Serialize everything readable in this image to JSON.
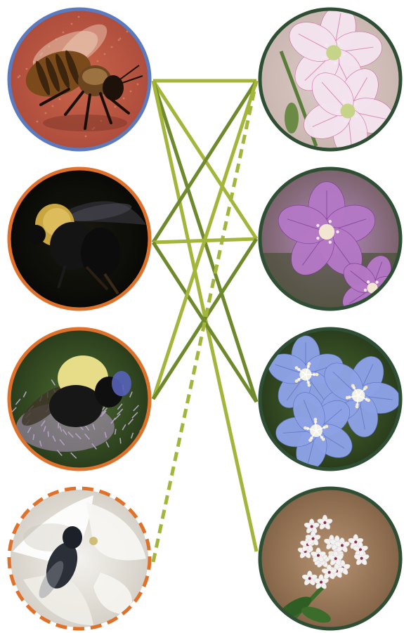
{
  "colors": {
    "background": "#ffffff",
    "native_bee_border": "#e0712b",
    "honeybee_border": "#5b7bc0",
    "flower_border": "#2f4f35",
    "link_dark": "#6f8a2c",
    "link_light": "#a4b53b"
  },
  "pollinators": [
    {
      "id": "honey-bee",
      "icon": "honey-bee-photo",
      "border": "solid",
      "border_color": "#5b7bc0"
    },
    {
      "id": "bumble-bee-black",
      "icon": "bumble-bee-photo",
      "border": "solid",
      "border_color": "#e0712b"
    },
    {
      "id": "bumble-bee-on-flower",
      "icon": "bumble-bee-photo",
      "border": "solid",
      "border_color": "#e0712b"
    },
    {
      "id": "solitary-bee",
      "icon": "solitary-bee-photo",
      "border": "dashed",
      "border_color": "#e0712b"
    }
  ],
  "plants": [
    {
      "id": "spring-beauty",
      "icon": "white-pink-flower-photo",
      "petal_color": "#f3e4ee",
      "vein_color": "#d06aa3",
      "center_color": "#c6d48a"
    },
    {
      "id": "wild-geranium",
      "icon": "pink-flower-photo",
      "petal_color": "#b478c6",
      "vein_color": "#7a3a92",
      "center_color": "#f2e6d0"
    },
    {
      "id": "jacobs-ladder",
      "icon": "blue-flower-photo",
      "petal_color": "#8ea3e6",
      "vein_color": "#5a6fc4",
      "center_color": "#f1f1e6"
    },
    {
      "id": "harbinger-of-spring",
      "icon": "white-cluster-flower-photo",
      "petal_color": "#f4f1f1",
      "vein_color": "#8a2d4a",
      "center_color": "#8a2d4a"
    }
  ],
  "links": [
    {
      "from": 0,
      "to": 0,
      "style": "solid",
      "tone": "light"
    },
    {
      "from": 0,
      "to": 1,
      "style": "solid",
      "tone": "light"
    },
    {
      "from": 0,
      "to": 2,
      "style": "solid",
      "tone": "dark"
    },
    {
      "from": 0,
      "to": 3,
      "style": "solid",
      "tone": "light"
    },
    {
      "from": 1,
      "to": 0,
      "style": "solid",
      "tone": "dark"
    },
    {
      "from": 1,
      "to": 1,
      "style": "solid",
      "tone": "light"
    },
    {
      "from": 1,
      "to": 2,
      "style": "solid",
      "tone": "dark"
    },
    {
      "from": 2,
      "to": 0,
      "style": "solid",
      "tone": "light"
    },
    {
      "from": 2,
      "to": 1,
      "style": "solid",
      "tone": "dark"
    },
    {
      "from": 3,
      "to": 0,
      "style": "dashed",
      "tone": "light"
    }
  ]
}
